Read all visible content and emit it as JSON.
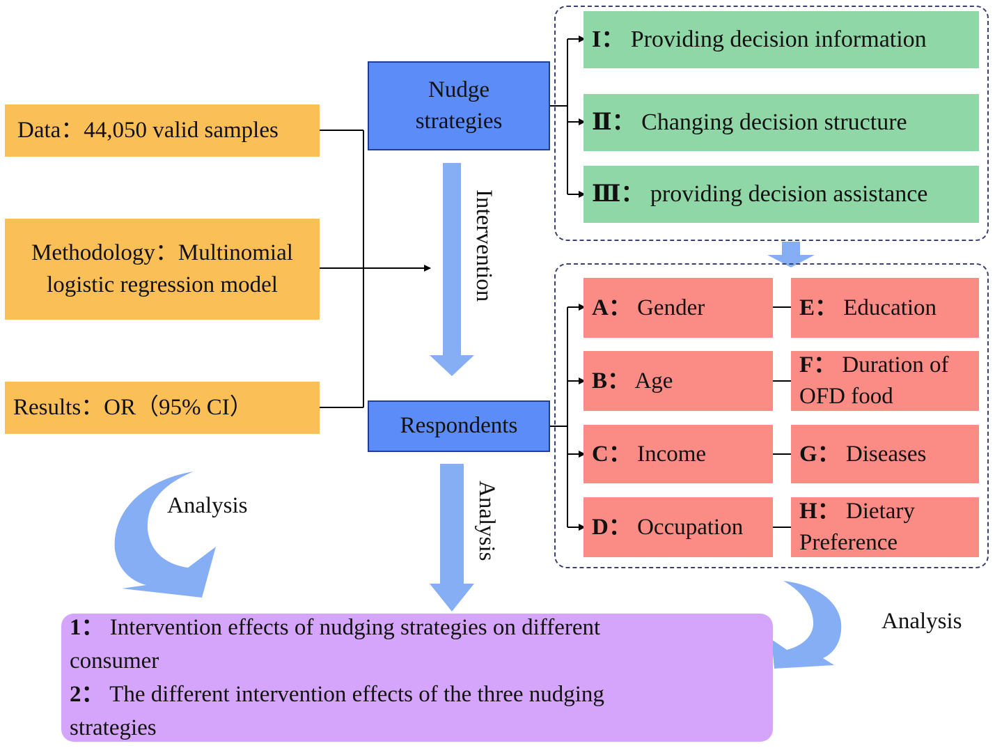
{
  "inputs": {
    "data": "Data：44,050 valid samples",
    "methodology_line1": "Methodology：Multinomial",
    "methodology_line2": "logistic regression model",
    "results": "Results：OR（95% CI）"
  },
  "center": {
    "nudge_line1": "Nudge",
    "nudge_line2": "strategies",
    "respondents": "Respondents",
    "intervention_label": "Intervention",
    "analysis_label": "Analysis"
  },
  "strategies": [
    {
      "key": "I：",
      "text": "Providing decision information"
    },
    {
      "key": "Ⅱ：",
      "text": "Changing decision structure"
    },
    {
      "key": "Ⅲ：",
      "text": "providing decision assistance"
    }
  ],
  "factors_left": [
    {
      "key": "A：",
      "text": "Gender"
    },
    {
      "key": "B：",
      "text": "Age"
    },
    {
      "key": "C：",
      "text": "Income"
    },
    {
      "key": "D：",
      "text": "Occupation"
    }
  ],
  "factors_right": [
    {
      "key": "E：",
      "line1": "Education",
      "line2": ""
    },
    {
      "key": "F：",
      "line1": "Duration of",
      "line2": "OFD food"
    },
    {
      "key": "G：",
      "line1": "Diseases",
      "line2": ""
    },
    {
      "key": "H：",
      "line1": "Dietary",
      "line2": "Preference"
    }
  ],
  "outcomes": [
    {
      "key": "1：",
      "line1": "Intervention effects of nudging strategies on different",
      "line2": "consumer"
    },
    {
      "key": "2：",
      "line1": "The different intervention effects of the three nudging",
      "line2": "strategies"
    }
  ],
  "analysis_left": "Analysis",
  "analysis_right": "Analysis",
  "colors": {
    "input_box": "#fbbf57",
    "nudge_box": "#5b8cf7",
    "strategy_box": "#90d7a7",
    "factor_box": "#fa8c85",
    "outcome_box": "#d5a4fb",
    "flow_arrow": "#86aef5"
  }
}
